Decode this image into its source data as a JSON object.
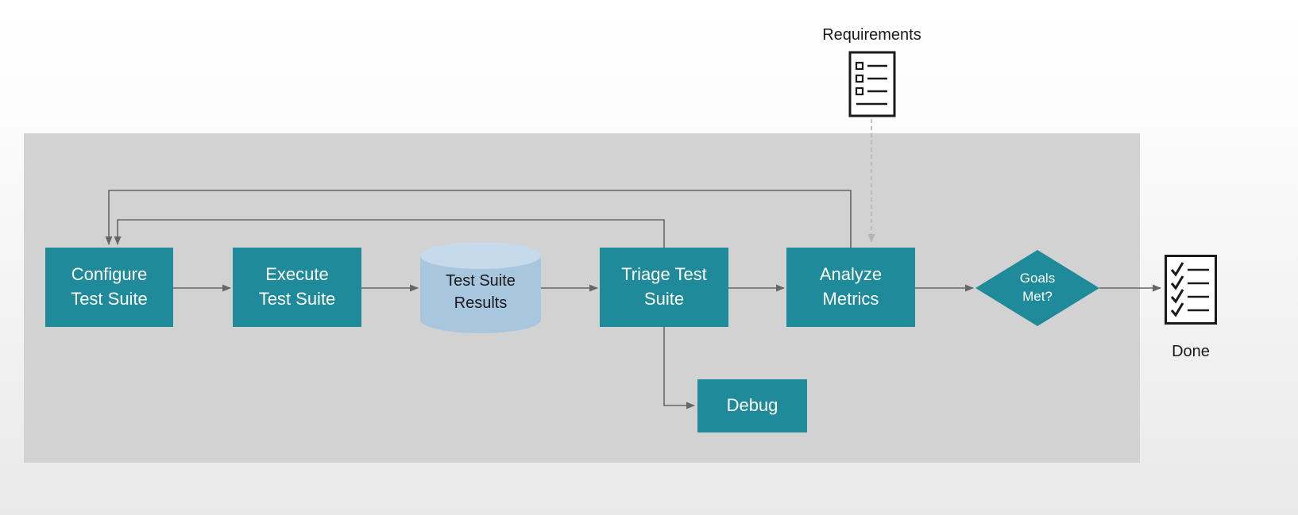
{
  "diagram": {
    "nodes": {
      "requirements": {
        "label": "Requirements"
      },
      "configure": {
        "label": "Configure Test Suite"
      },
      "execute": {
        "label": "Execute Test Suite"
      },
      "results": {
        "label": "Test Suite Results"
      },
      "triage": {
        "label": "Triage Test Suite"
      },
      "analyze": {
        "label": "Analyze Metrics"
      },
      "goals": {
        "label": "Goals Met?"
      },
      "debug": {
        "label": "Debug"
      },
      "done": {
        "label": "Done"
      }
    },
    "colors": {
      "process_fill": "#1f8a99",
      "process_text": "#ffffff",
      "cylinder_body": "#a9c6df",
      "cylinder_top": "#c7daeb",
      "panel_bg": "#d2d2d2",
      "edge": "#666666",
      "edge_dashed": "#b4b4b4",
      "icon_stroke": "#1a1a1a",
      "label_text": "#1a1a1a"
    }
  }
}
